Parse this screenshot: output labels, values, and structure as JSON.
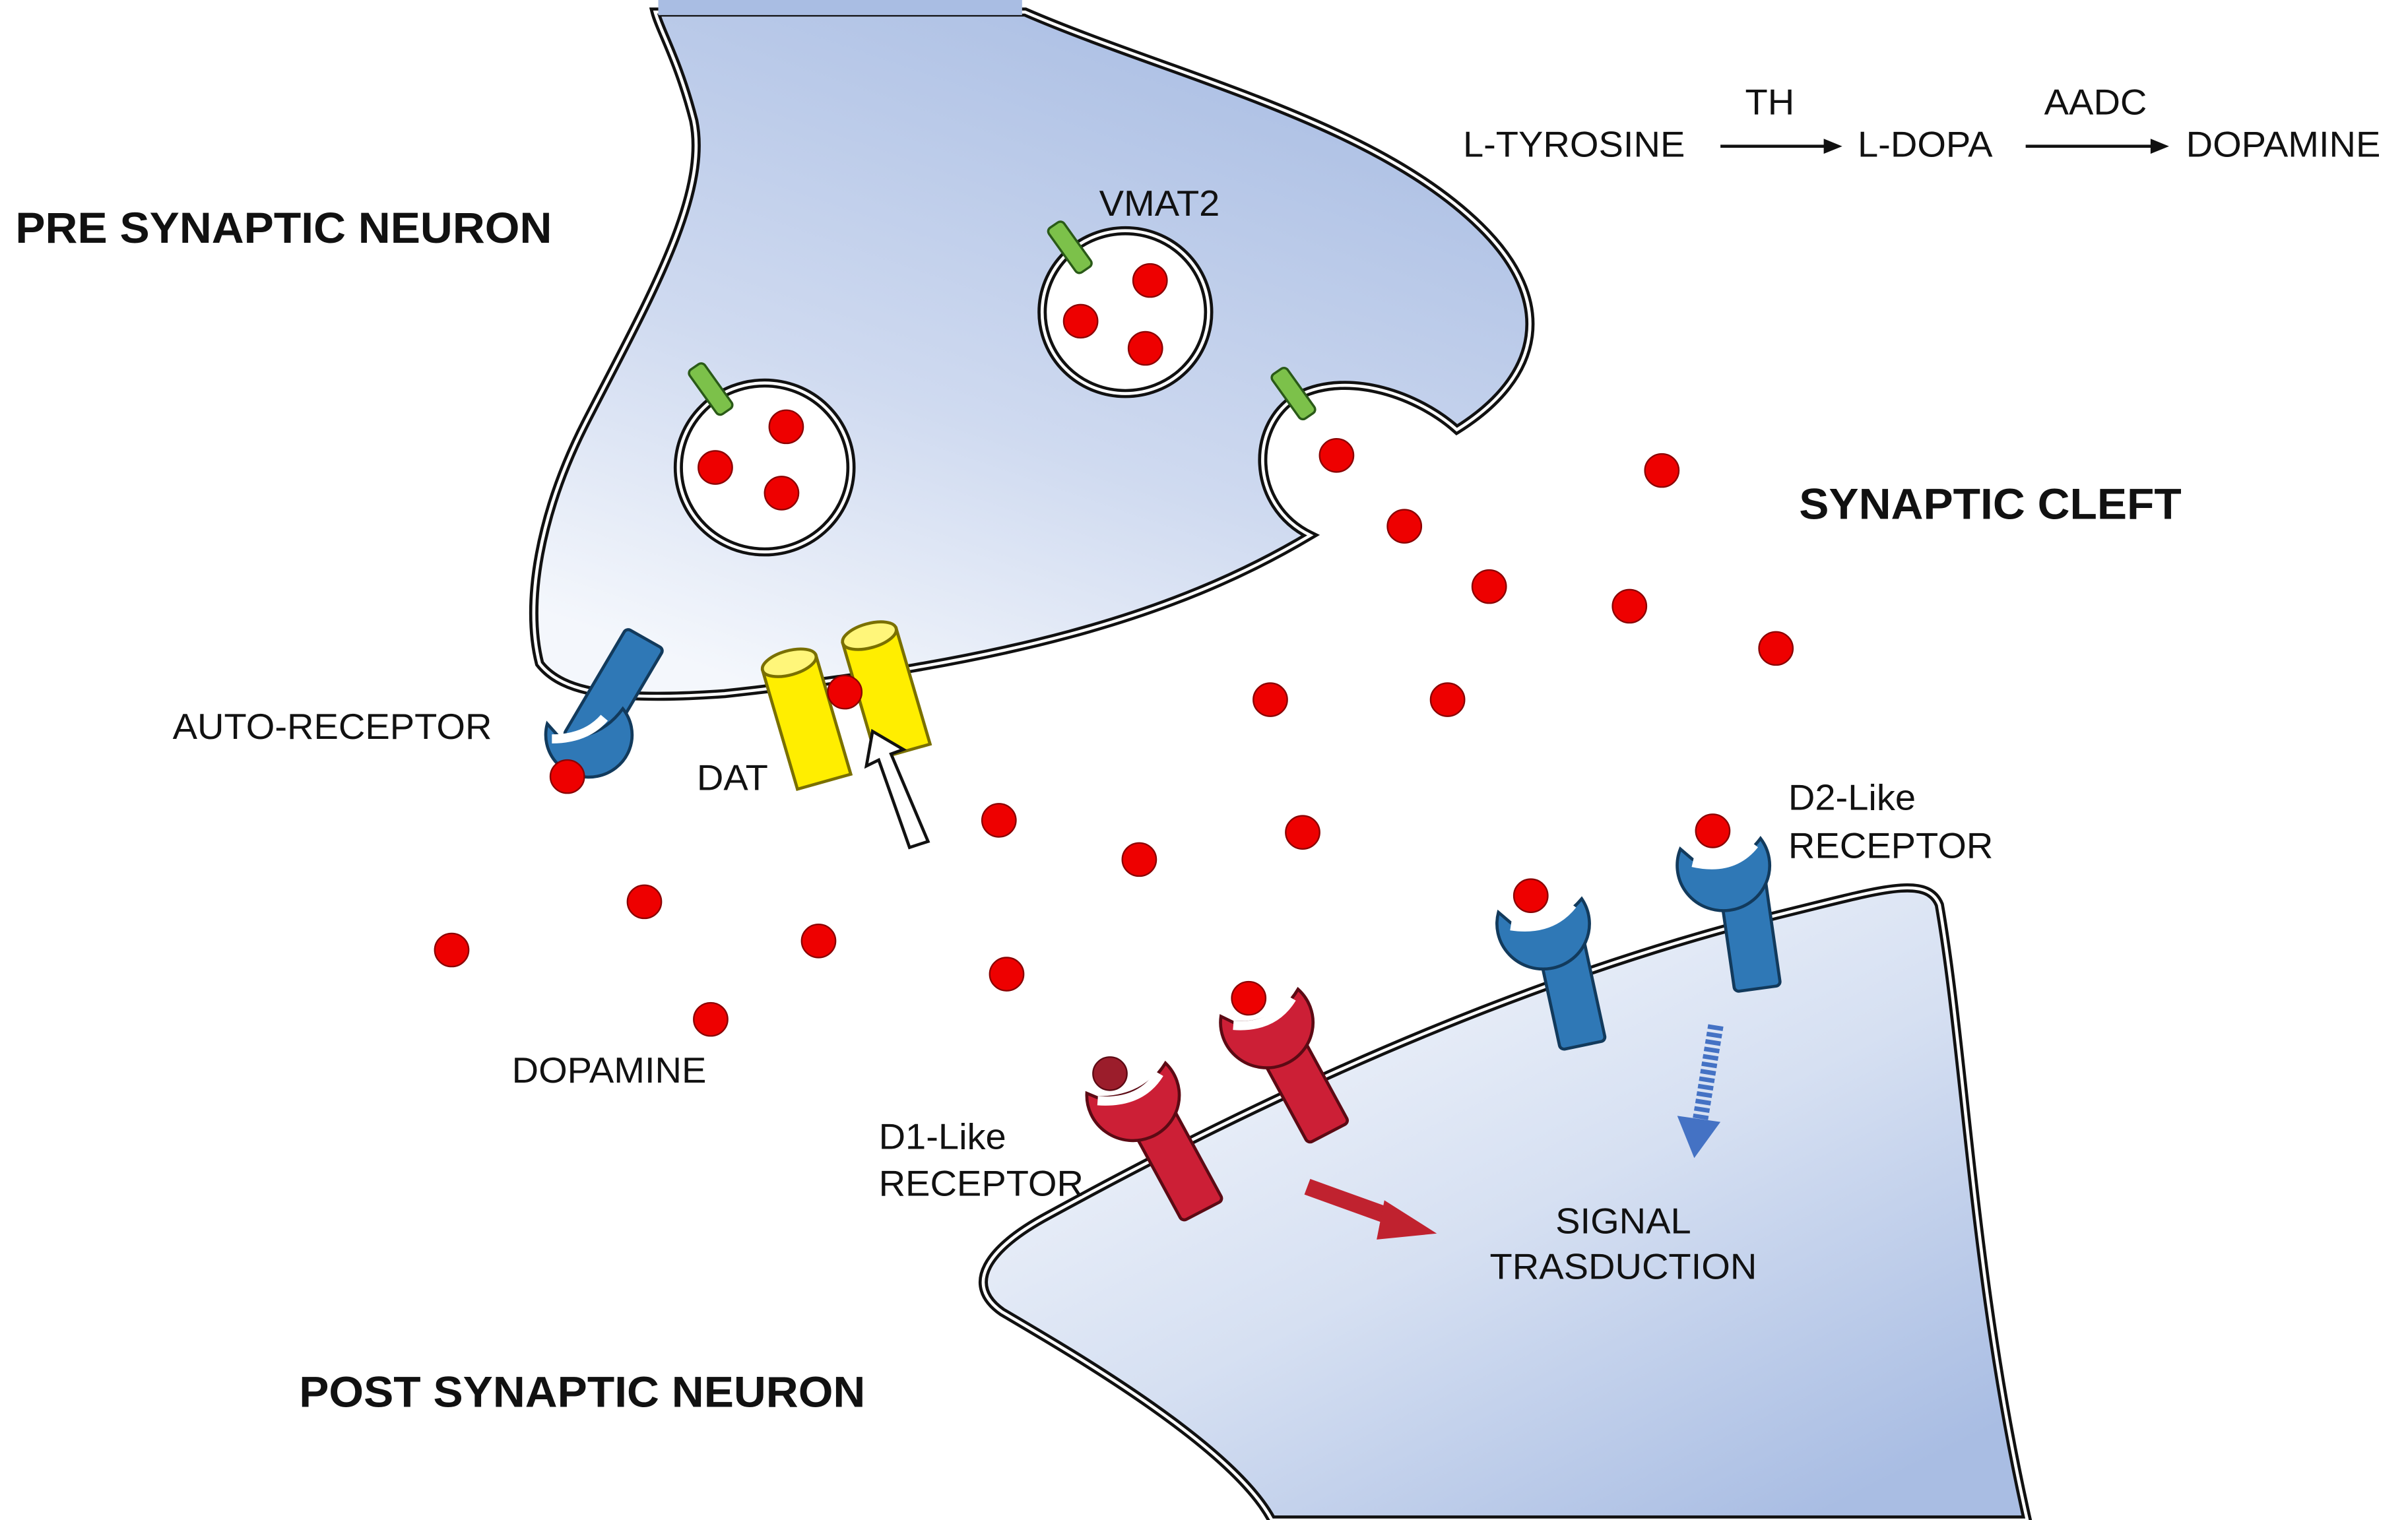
{
  "labels": {
    "pre_synaptic": "PRE SYNAPTIC NEURON",
    "post_synaptic": "POST SYNAPTIC NEURON",
    "synaptic_cleft": "SYNAPTIC CLEFT",
    "vmat2": "VMAT2",
    "auto_receptor": "AUTO-RECEPTOR",
    "dat": "DAT",
    "dopamine": "DOPAMINE",
    "d1_line1": "D1-Like",
    "d1_line2": "RECEPTOR",
    "d2_line1": "D2-Like",
    "d2_line2": "RECEPTOR",
    "signal_line1": "SIGNAL",
    "signal_line2": "TRASDUCTION"
  },
  "pathway": {
    "substrate": "L-TYROSINE",
    "enzyme1": "TH",
    "intermediate": "L-DOPA",
    "enzyme2": "AADC",
    "product": "DOPAMINE"
  },
  "colors": {
    "neuron_fill_dark": "#a9bde3",
    "neuron_fill_light": "#f4f7fc",
    "dopamine_red": "#ee0000",
    "d1_receptor": "#cc1f36",
    "d2_receptor": "#2f78b6",
    "dat_yellow": "#ffee00",
    "vmat_green": "#7cc14a"
  }
}
